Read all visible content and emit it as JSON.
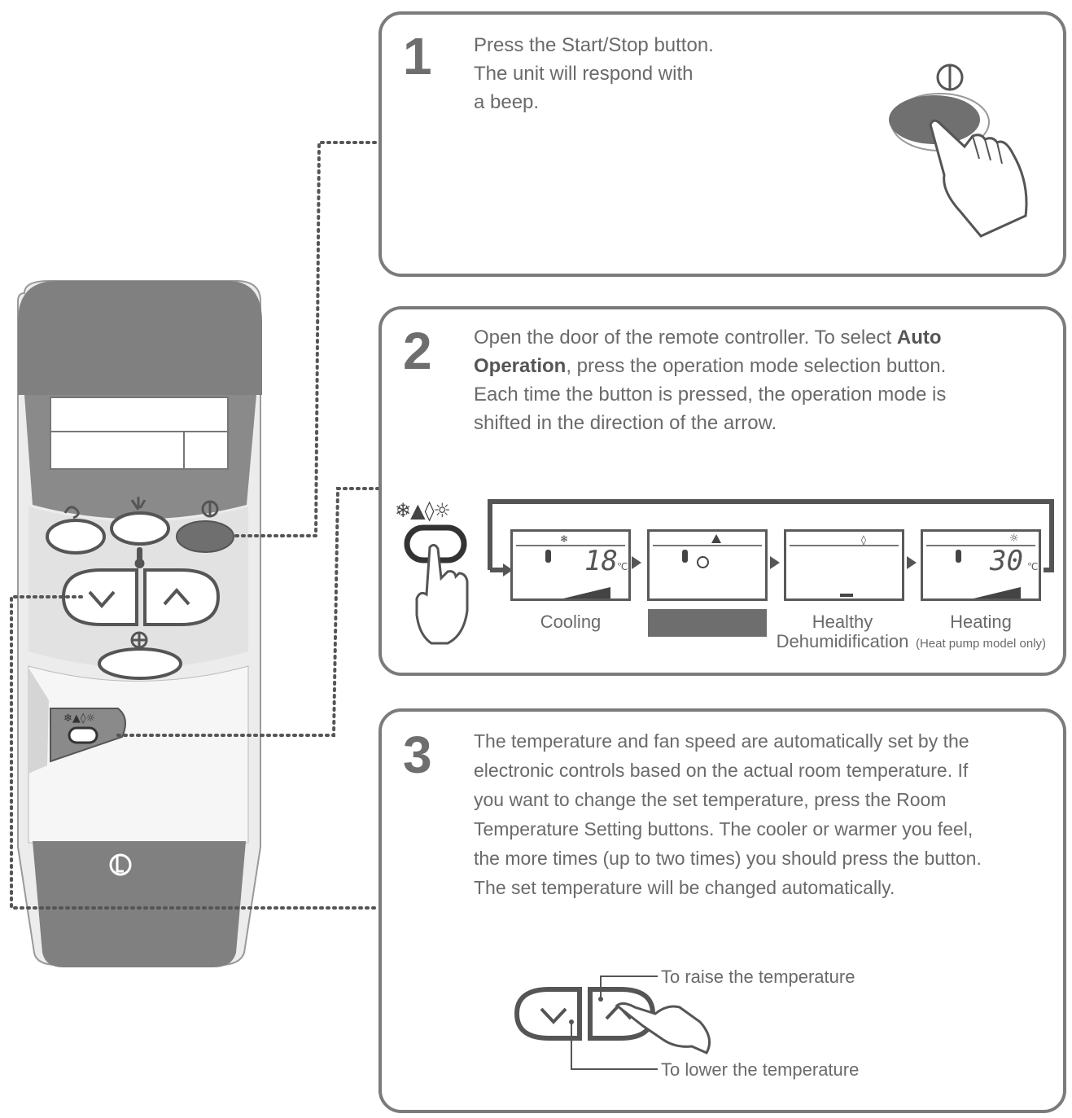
{
  "steps": [
    {
      "number": "1",
      "lines": [
        "Press the Start/Stop button.",
        "The unit will respond with",
        "a beep."
      ]
    },
    {
      "number": "2",
      "line1_pre": "Open the door of the remote controller. To select ",
      "line1_bold": "Auto",
      "line2_bold": "Operation",
      "line2_post": ", press the operation mode selection button.",
      "line3": "Each time the button is pressed, the operation mode is",
      "line4": "shifted in the direction of the arrow.",
      "modes": [
        {
          "label": "Cooling",
          "sub": "",
          "temp": "18",
          "unit": "℃"
        },
        {
          "label": "",
          "sub": "",
          "temp": "",
          "unit": ""
        },
        {
          "label": "Healthy",
          "sub": "Dehumidification",
          "temp": "",
          "unit": ""
        },
        {
          "label": "Heating",
          "sub": "(Heat pump model only)",
          "temp": "30",
          "unit": "℃"
        }
      ],
      "mode_icons": "❄▲◊☼"
    },
    {
      "number": "3",
      "lines": [
        "The temperature and fan speed are automatically set by the",
        "electronic controls based on the actual room temperature. If",
        "you want to change the set temperature, press the Room",
        "Temperature Setting buttons. The cooler or warmer you feel,",
        "the more times (up to two times) you should press the button.",
        "The set temperature will be changed automatically."
      ],
      "raise_label": "To raise the temperature",
      "lower_label": "To lower the temperature"
    }
  ],
  "colors": {
    "remote_dark": "#808080",
    "remote_light": "#e8e8e8",
    "border": "#7b7b7b",
    "text": "#6a6a6a"
  },
  "icons": [
    "power-icon",
    "fan-icon",
    "swing-icon",
    "thermometer-icon",
    "down-chevron-icon",
    "up-chevron-icon",
    "fan-speed-icon",
    "lg-logo-icon",
    "pointing-hand-icon"
  ]
}
